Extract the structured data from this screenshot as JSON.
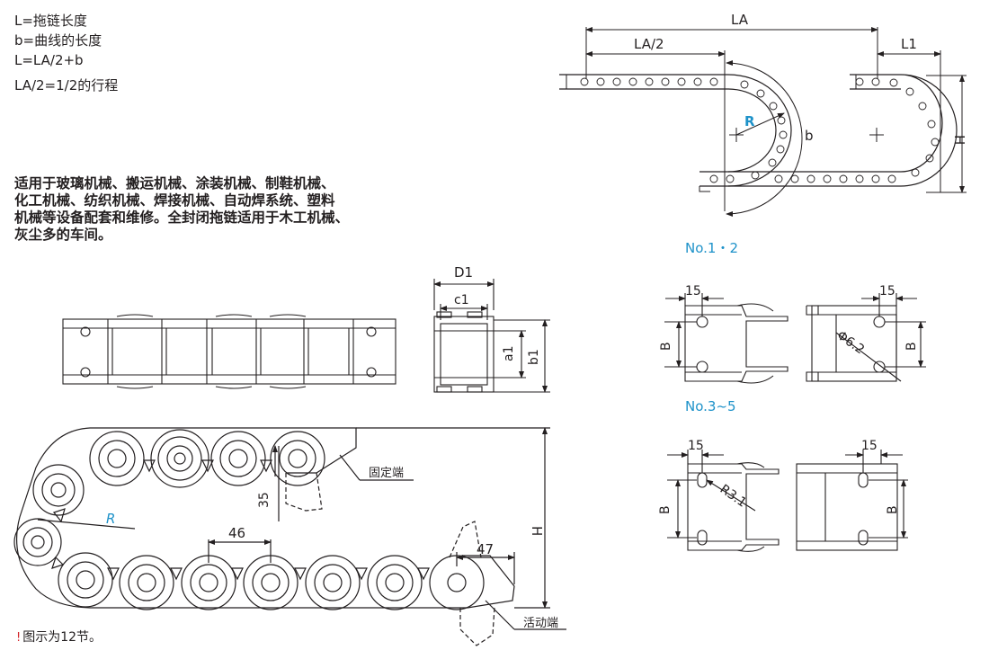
{
  "formulas": [
    "L=拖链长度",
    "b=曲线的长度",
    "L=LA/2+b",
    "LA/2=1/2的行程"
  ],
  "description": [
    "适用于玻璃机械、搬运机械、涂装机械、制鞋机械、",
    "化工机械、纺织机械、焊接机械、自动焊系统、塑料",
    "机械等设备配套和维修。全封闭拖链适用于木工机械、",
    "灰尘多的车间。"
  ],
  "layout_diagram": {
    "LA": "LA",
    "LA_half": "LA/2",
    "L1": "L1",
    "R": "R",
    "b": "b",
    "H": "H"
  },
  "cross_section": {
    "D1": "D1",
    "c1": "c1",
    "a1": "a1",
    "b1": "b1"
  },
  "side_view": {
    "dim_35": "35",
    "dim_46": "46",
    "dim_47": "47",
    "H": "H",
    "R": "R",
    "fixed_end": "固定端",
    "moving_end": "活动端"
  },
  "mount_no12": {
    "label": "No.1・2",
    "dim15_left": "15",
    "dim15_right": "15",
    "B_left": "B",
    "B_right": "B",
    "hole": "Φ6.2"
  },
  "mount_no35": {
    "label": "No.3~5",
    "dim15_left": "15",
    "dim15_right": "15",
    "B_left": "B",
    "B_right": "B",
    "slot": "R3.1"
  },
  "footnote": {
    "icon": "!",
    "text": "图示为12节。"
  },
  "colors": {
    "accent": "#1e92c9",
    "line": "#231f20",
    "warning": "#d4262b"
  }
}
